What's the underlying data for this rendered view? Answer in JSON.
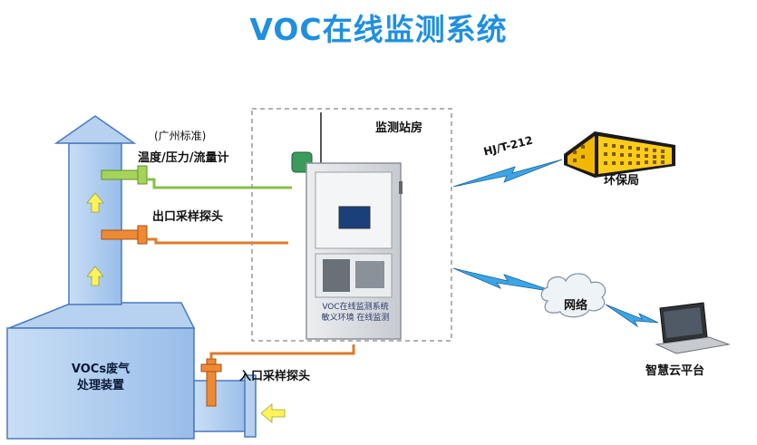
{
  "title": "VOC在线监测系统",
  "labels": {
    "guangzhou_standard": "(广州标准)",
    "temp_pressure_flow": "温度/压力/流量计",
    "outlet_probe": "出口采样探头",
    "inlet_probe": "入口采样探头",
    "treatment_device_line1": "VOCs废气",
    "treatment_device_line2": "处理装置",
    "monitor_station": "监测站房",
    "protocol": "HJ/T-212",
    "epb": "环保局",
    "network": "网络",
    "cloud_platform": "智慧云平台",
    "cabinet_line1": "VOC在线监测系统",
    "cabinet_line2": "敏义环境 在线监测"
  },
  "colors": {
    "title": "#1f8fe0",
    "chimney_fill": "#a9c9ee",
    "chimney_stroke": "#4a79c0",
    "green_pipe": "#86c04a",
    "orange_pipe": "#e07a2a",
    "arrow_fill": "#fff35a",
    "cabinet": "#d9dde2",
    "building": "#f2b800"
  },
  "icons": {
    "flow_arrow": "up-arrow-icon",
    "inlet_arrow": "left-arrow-icon",
    "lightning_link": "lightning-bolt-icon",
    "cloud": "cloud-icon",
    "building": "building-icon",
    "laptop": "laptop-icon"
  }
}
